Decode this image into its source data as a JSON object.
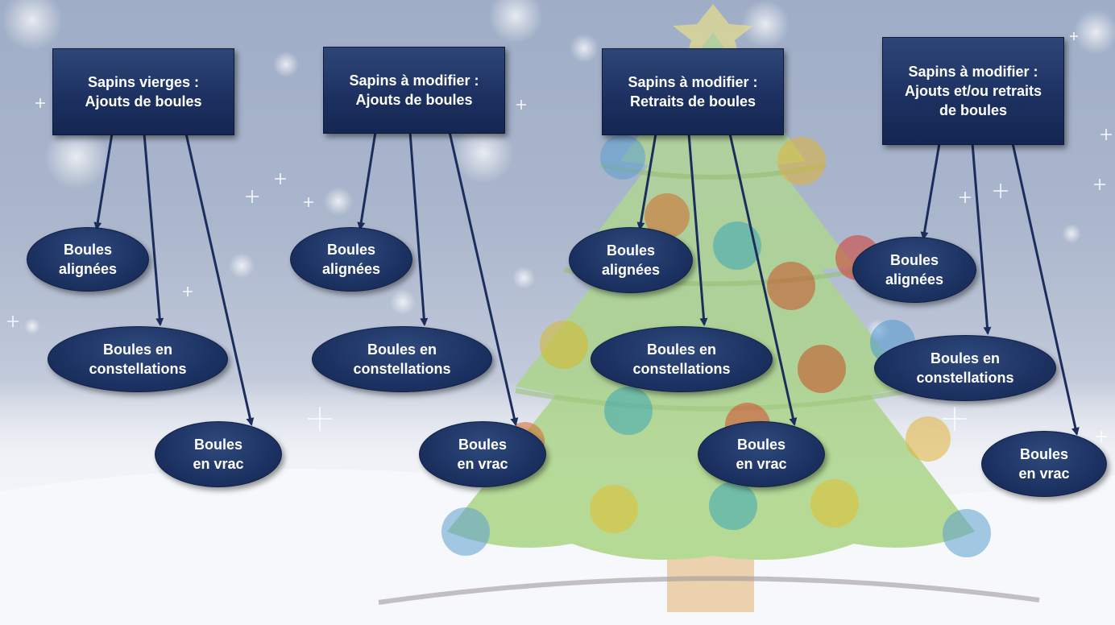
{
  "colors": {
    "box_fill": "#1c3060",
    "arrow": "#1b2d5c",
    "tree_green": "#9fcf6f",
    "background": "#aab6cc"
  },
  "columns": [
    {
      "category": "Sapins vierges :\nAjouts de boules",
      "items": [
        "Boules\nalignées",
        "Boules en\nconstellations",
        "Boules\nen vrac"
      ]
    },
    {
      "category": "Sapins à modifier :\nAjouts de boules",
      "items": [
        "Boules\nalignées",
        "Boules en\nconstellations",
        "Boules\nen vrac"
      ]
    },
    {
      "category": "Sapins à modifier :\nRetraits  de boules",
      "items": [
        "Boules\nalignées",
        "Boules en\nconstellations",
        "Boules\nen vrac"
      ]
    },
    {
      "category": "Sapins à modifier :\nAjouts et/ou retraits\nde boules",
      "items": [
        "Boules\nalignées",
        "Boules en\nconstellations",
        "Boules\nen vrac"
      ]
    }
  ]
}
